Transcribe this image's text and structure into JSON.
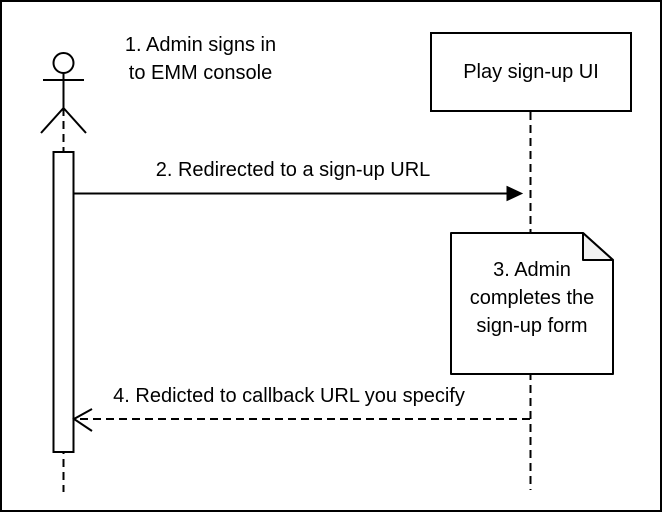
{
  "colors": {
    "stroke": "#000000",
    "shape_fill": "#ffffff",
    "note_fold_fill": "#f2f2f2",
    "background": "#ffffff"
  },
  "diagram": {
    "kind": "sequence-diagram",
    "actor": {
      "icon": "stick-figure-actor-icon"
    },
    "participant": {
      "label": "Play sign-up UI"
    },
    "messages": {
      "step1": "1. Admin signs in\nto EMM console",
      "step2": "2. Redirected to a sign-up URL",
      "step3_note": "3. Admin\ncompletes the\nsign-up form",
      "step4": "4. Redicted to callback URL you specify"
    }
  }
}
